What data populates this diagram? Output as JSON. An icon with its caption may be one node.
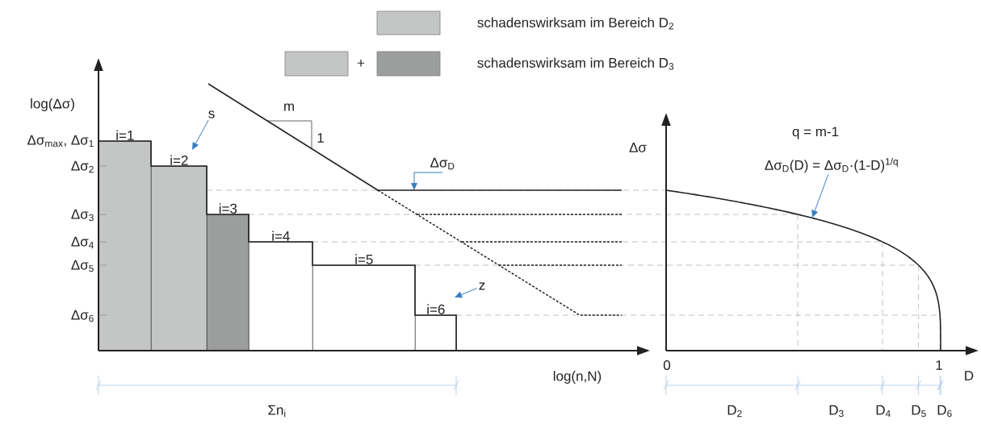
{
  "diagram": {
    "nodes": [
      {
        "text": [
          "i=1"
        ]
      },
      {
        "text": [
          "i=2"
        ]
      },
      {
        "text": [
          "i=3"
        ]
      },
      {
        "text": [
          "i=4"
        ]
      },
      {
        "text": [
          "i=5"
        ]
      },
      {
        "text": [
          "i=6"
        ]
      },
      {
        "text": [
          "s"
        ]
      },
      {
        "text": [
          "z"
        ]
      },
      {
        "text": [
          "Δσ$_{D}$"
        ]
      },
      {
        "text": [
          "Δσ$_{D}$(D) = Δσ$_{D}$·(1-D)$^{1/q}$"
        ]
      },
      {
        "text": [],
        "shape": "line"
      },
      {
        "text": [],
        "shape": "line"
      }
    ],
    "edges": [
      {
        "from": 6,
        "to": 1,
        "arrow": "to"
      },
      {
        "from": 7,
        "to": null,
        "arrow": "to"
      },
      {
        "from": 8,
        "to": 10,
        "arrow": "to"
      },
      {
        "from": 9,
        "to": 11,
        "arrow": "to"
      }
    ],
    "labels": [
      "+",
      "log(Δσ)",
      "m",
      "Δσ$_{max}$, Δσ$_{1}$",
      "1",
      "q = m-1",
      "Δσ$_{2}$",
      "Δσ",
      "Δσ$_{3}$",
      "Δσ$_{4}$",
      "Δσ$_{5}$",
      "Δσ$_{6}$",
      "log(n,N)",
      "0",
      "1",
      "D",
      "Σn$_{i}$",
      "D$_{2}$",
      "D$_{3}$",
      "D$_{4}$",
      "D$_{5}$",
      "D$_{6}$"
    ],
    "legend": [
      {
        "text": "schadenswirksam im Bereich D$_{2}$",
        "color": "#c4c6c6"
      },
      {
        "text": "schadenswirksam im Bereich D$_{3}$",
        "color": "#9c9e9e"
      }
    ]
  }
}
